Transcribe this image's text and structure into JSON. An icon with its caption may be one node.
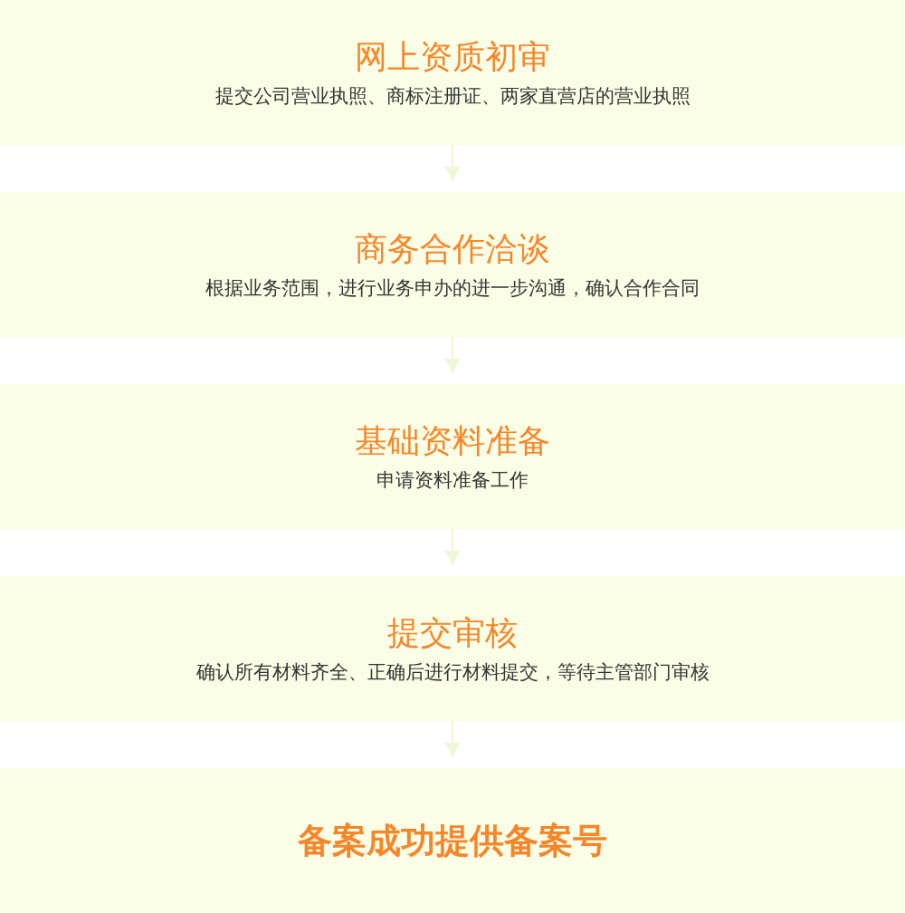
{
  "diagram": {
    "nodes": [
      {
        "text": [
          "网上资质初审",
          "提交公司营业执照、商标注册证、两家直营店的营业执照"
        ]
      },
      {
        "text": [
          "商务合作洽谈",
          "根据业务范围，进行业务申办的进一步沟通，确认合作合同"
        ]
      },
      {
        "text": [
          "基础资料准备",
          "申请资料准备工作"
        ]
      },
      {
        "text": [
          "提交审核",
          "确认所有材料齐全、正确后进行材料提交，等待主管部门审核"
        ]
      },
      {
        "text": [
          "备案成功提供备案号"
        ]
      }
    ],
    "edges": [
      {
        "from": 0,
        "to": 1,
        "arrow": "to"
      },
      {
        "from": 1,
        "to": 2,
        "arrow": "to"
      },
      {
        "from": 2,
        "to": 3,
        "arrow": "to"
      },
      {
        "from": 3,
        "to": 4,
        "arrow": "to"
      }
    ]
  }
}
